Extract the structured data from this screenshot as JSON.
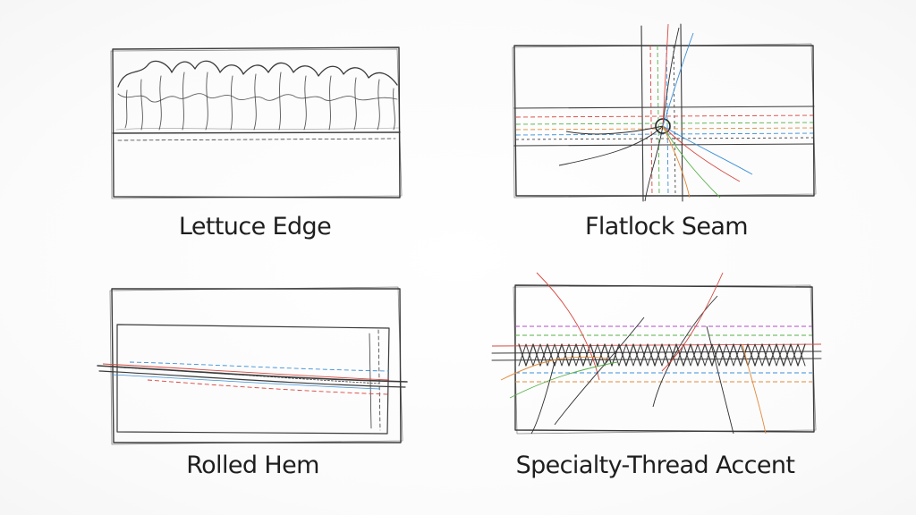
{
  "panels": [
    {
      "label": "Lettuce Edge"
    },
    {
      "label": "Flatlock Seam"
    },
    {
      "label": "Rolled Hem"
    },
    {
      "label": "Specialty-Thread Accent"
    }
  ],
  "thread_colors": {
    "red": "#d8473f",
    "blue": "#3d8fd6",
    "green": "#57b04a",
    "orange": "#e08a3a",
    "purple": "#b04cc8",
    "ink": "#2e2e2e"
  }
}
